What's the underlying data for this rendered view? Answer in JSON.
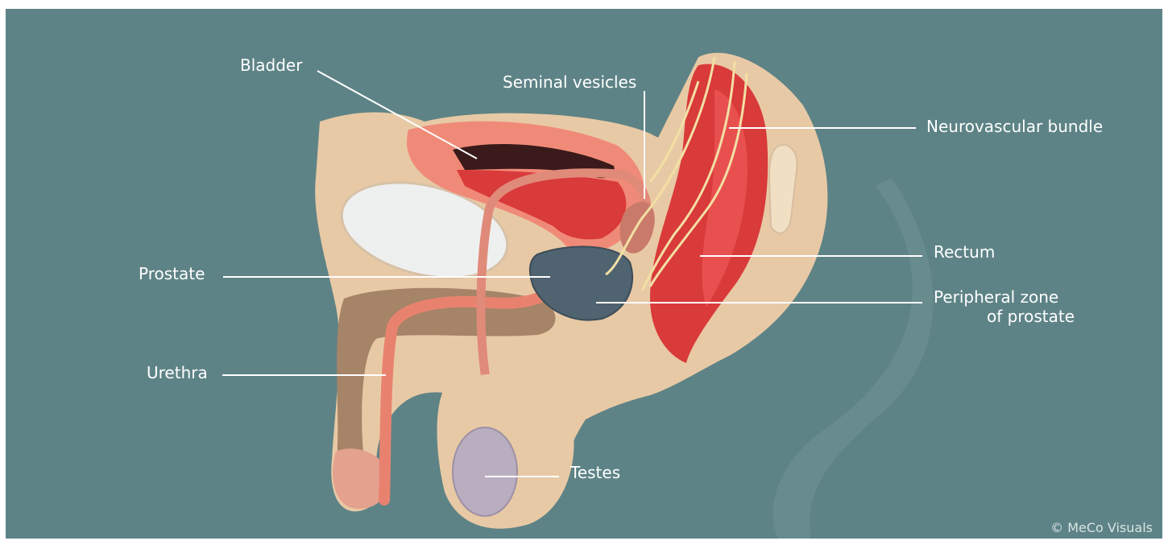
{
  "labels": {
    "bladder": "Bladder",
    "seminal_vesicles": "Seminal vesicles",
    "neurovascular_bundle": "Neurovascular bundle",
    "prostate": "Prostate",
    "rectum": "Rectum",
    "peripheral_zone_line1": "Peripheral zone",
    "peripheral_zone_line2": "of prostate",
    "urethra": "Urethra",
    "testes": "Testes"
  },
  "credit": "© MeCo Visuals",
  "colors": {
    "background": "#5e8386",
    "skin": "#e8c9a5",
    "muscle_red": "#d93a3a",
    "prostate_gray": "#4f6370",
    "nerve_yellow": "#f2dfa4"
  }
}
